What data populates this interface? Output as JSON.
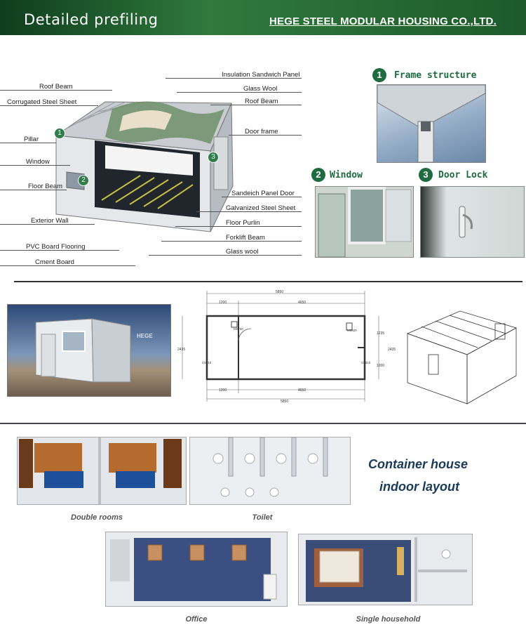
{
  "header": {
    "title": "Detailed prefiling",
    "company": "HEGE STEEL MODULAR HOUSING CO.,LTD."
  },
  "diagram": {
    "left_labels": [
      "Roof Beam",
      "Corrugated Steel Sheet",
      "Pillar",
      "Window",
      "Floor Beam",
      "Exterior Wall",
      "PVC Board Flooring",
      "Cment Board"
    ],
    "right_labels": [
      "Insulation Sandwich Panel",
      "Glass Wool",
      "Roof Beam",
      "Door frame",
      "Sandeich Panel Door",
      "Galvanized Steel Sheet",
      "Floor Purlin",
      "Forklift Beam",
      "Glass wool"
    ],
    "markers": [
      "1",
      "2",
      "3"
    ]
  },
  "details": [
    {
      "num": "1",
      "title": "Frame structure"
    },
    {
      "num": "2",
      "title": "Window"
    },
    {
      "num": "3",
      "title": "Door Lock"
    }
  ],
  "floorplan": {
    "top_total": "5850",
    "top_left": "1200",
    "top_right": "4650",
    "bottom_left": "1200",
    "bottom_right": "4650",
    "bottom_total": "5850",
    "left_height": "2435",
    "right_height": "2435",
    "right_top": "1235",
    "right_bottom": "1200",
    "door_labels": [
      "M0720",
      "M0820",
      "C0810",
      "C0810"
    ]
  },
  "render": {
    "logo": "HEGE"
  },
  "layouts": {
    "title_line1": "Container house",
    "title_line2": "indoor layout",
    "captions": [
      "Double rooms",
      "Toilet",
      "Office",
      "Single household"
    ]
  }
}
